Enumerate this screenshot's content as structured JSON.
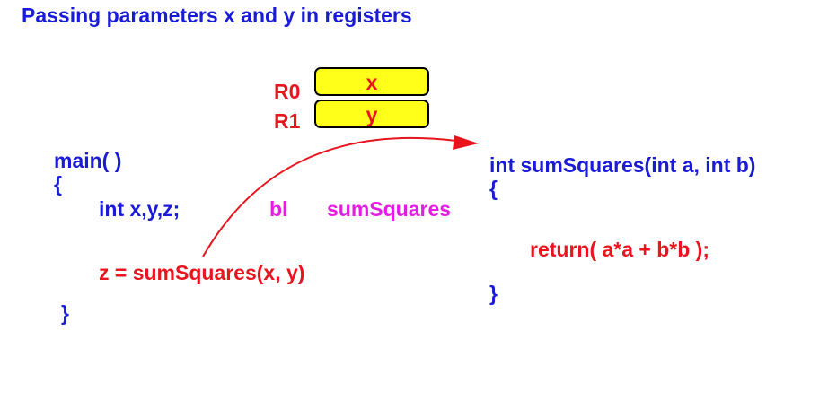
{
  "title": "Passing parameters x and y in registers",
  "registers": [
    {
      "label": "R0",
      "value": "x"
    },
    {
      "label": "R1",
      "value": "y"
    }
  ],
  "main_code": {
    "signature": "main(  )",
    "open_brace": "{",
    "decl": "int x,y,z;",
    "call": "z = sumSquares(x, y)",
    "close_brace": "}"
  },
  "asm": {
    "op": "bl",
    "target": "sumSquares"
  },
  "callee_code": {
    "signature": "int sumSquares(int a, int b)",
    "open_brace": "{",
    "body": "return( a*a + b*b );",
    "close_brace": "}"
  },
  "colors": {
    "text_blue": "#1a1ad9",
    "text_red": "#e8141e",
    "text_magenta": "#e21fe0",
    "register_fill": "#ffff1a",
    "arrow": "#e8141e"
  }
}
